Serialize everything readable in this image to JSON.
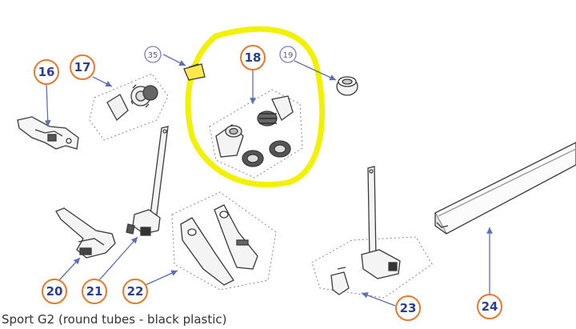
{
  "caption": "Sport G2 (round tubes - black plastic)",
  "callouts": {
    "c16": "16",
    "c17": "17",
    "c18": "18",
    "c19": "19",
    "c20": "20",
    "c21": "21",
    "c22": "22",
    "c23": "23",
    "c24": "24",
    "c35": "35"
  },
  "colors": {
    "callout_ring_orange": "#e8792b",
    "callout_ring_purple": "#8878b8",
    "callout_text": "#2a3f8f",
    "highlight": "#f2f200",
    "leader_line": "#5c6fb0",
    "part_stroke": "#3a3a3a"
  }
}
